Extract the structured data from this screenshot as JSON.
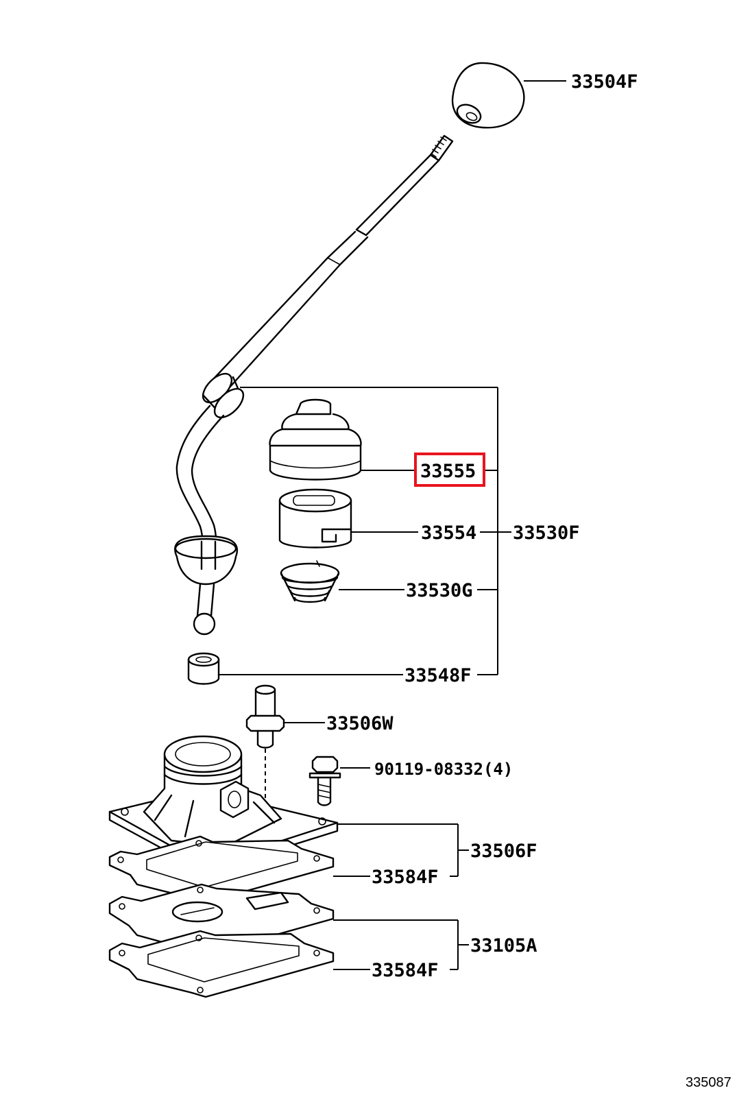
{
  "parts": [
    {
      "id": "knob",
      "number": "33504F"
    },
    {
      "id": "boot",
      "number": "33555",
      "highlighted": true
    },
    {
      "id": "retainer",
      "number": "33554"
    },
    {
      "id": "lever-sub-assy",
      "number": "33530F"
    },
    {
      "id": "spring",
      "number": "33530G"
    },
    {
      "id": "bushing",
      "number": "33548F"
    },
    {
      "id": "pin",
      "number": "33506W"
    },
    {
      "id": "bolt",
      "number": "90119-08332(4)"
    },
    {
      "id": "housing-assy",
      "number": "33506F"
    },
    {
      "id": "gasket-upper",
      "number": "33584F"
    },
    {
      "id": "plate-assy",
      "number": "33105A"
    },
    {
      "id": "gasket-lower",
      "number": "33584F"
    }
  ],
  "figure_number": "335087",
  "colors": {
    "highlight": "#e8141e",
    "line": "#000000",
    "background": "#ffffff"
  }
}
